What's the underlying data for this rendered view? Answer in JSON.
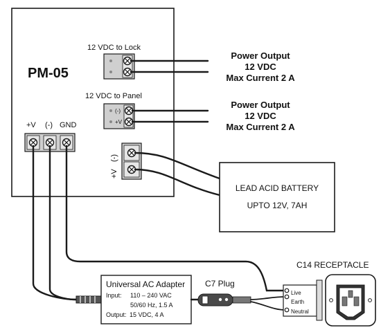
{
  "panel": {
    "title": "PM-05"
  },
  "lock_output": {
    "label": "12 VDC to Lock",
    "line1": "Power Output",
    "line2": "12 VDC",
    "line3": "Max Current 2 A"
  },
  "panel_output": {
    "label": "12 VDC to Panel",
    "terminal_neg": "(-)",
    "terminal_pos": "+V",
    "line1": "Power Output",
    "line2": "12 VDC",
    "line3": "Max Current 2 A"
  },
  "input_terminals": {
    "pos": "+V",
    "neg": "(-)",
    "gnd": "GND"
  },
  "battery_terminals": {
    "neg": "(-)",
    "pos": "+V"
  },
  "battery": {
    "line1": "LEAD ACID BATTERY",
    "line2": "UPTO 12V, 7AH"
  },
  "adapter": {
    "title": "Universal AC Adapter",
    "input_label": "Input:",
    "input_line1": "110 – 240 VAC",
    "input_line2": "50/60 Hz, 1.5 A",
    "output_label": "Output:",
    "output_value": "15 VDC, 4 A"
  },
  "plug": {
    "label": "C7 Plug"
  },
  "receptacle": {
    "label": "C14 RECEPTACLE",
    "live": "Live",
    "earth": "Earth",
    "neutral": "Neutral"
  },
  "colors": {
    "line": "#1a1a1a",
    "terminal_fill": "#cfcfcf",
    "board_fill": "#ffffff"
  },
  "icons": [
    "screw-terminal-icon",
    "plug-icon",
    "receptacle-icon"
  ]
}
